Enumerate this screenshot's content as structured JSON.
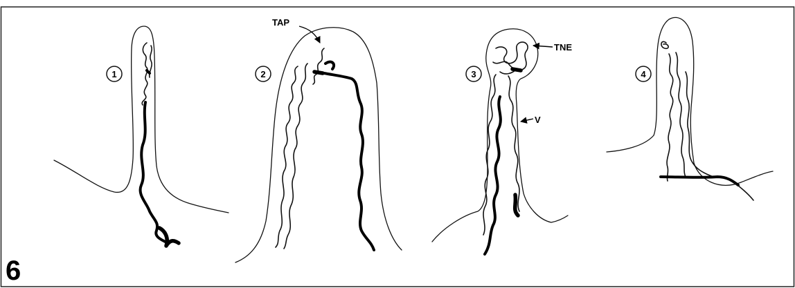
{
  "figure": {
    "figure_number": "6",
    "panels": [
      {
        "number": "1"
      },
      {
        "number": "2"
      },
      {
        "number": "3"
      },
      {
        "number": "4"
      }
    ],
    "annotations": {
      "tap": "TAP",
      "tne": "TNE",
      "v": "V"
    },
    "colors": {
      "ink": "#000000",
      "paper": "#ffffff",
      "border": "#222222"
    }
  }
}
